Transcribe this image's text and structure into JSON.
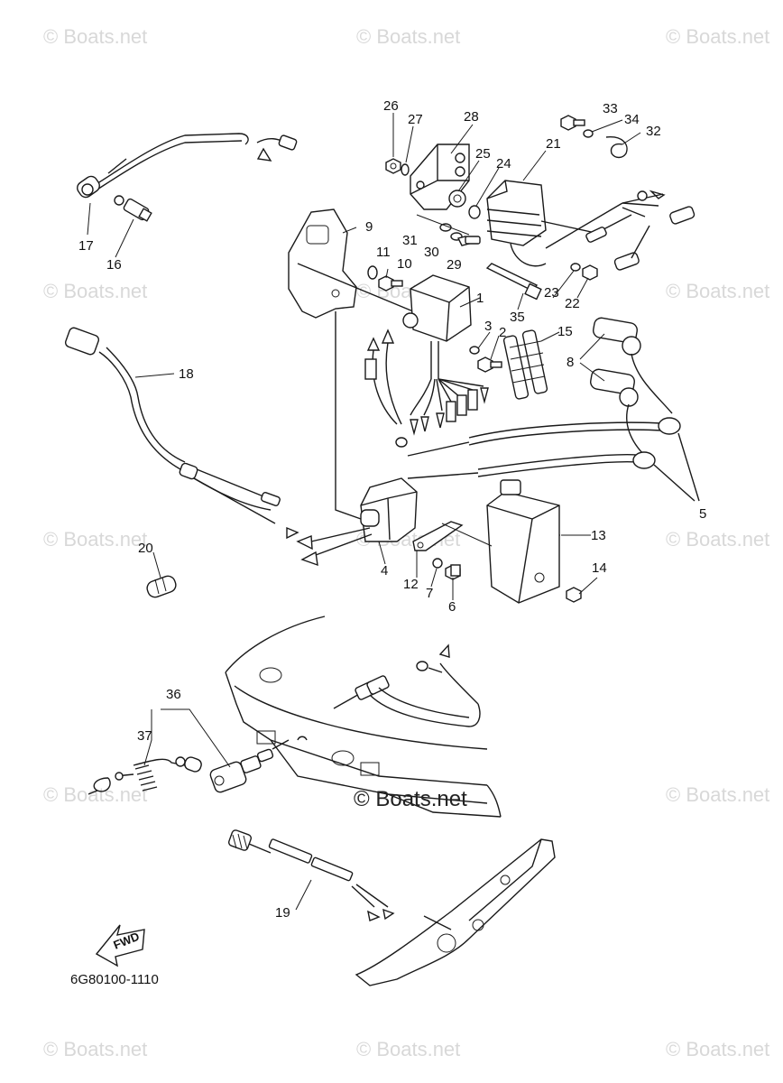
{
  "watermark_text": "© Boats.net",
  "center_watermark": "© Boats.net",
  "diagram_code": "6G80100-1110",
  "fwd_label": "FWD",
  "callouts": {
    "p1": "1",
    "p2": "2",
    "p3": "3",
    "p4": "4",
    "p5": "5",
    "p6": "6",
    "p7": "7",
    "p8": "8",
    "p9": "9",
    "p10": "10",
    "p11": "11",
    "p12": "12",
    "p13": "13",
    "p14": "14",
    "p15": "15",
    "p16": "16",
    "p17": "17",
    "p18": "18",
    "p19": "19",
    "p20": "20",
    "p21": "21",
    "p22": "22",
    "p23": "23",
    "p24": "24",
    "p25": "25",
    "p26": "26",
    "p27": "27",
    "p28": "28",
    "p29": "29",
    "p30": "30",
    "p31": "31",
    "p32": "32",
    "p33": "33",
    "p34": "34",
    "p35": "35",
    "p36": "36",
    "p37": "37"
  }
}
